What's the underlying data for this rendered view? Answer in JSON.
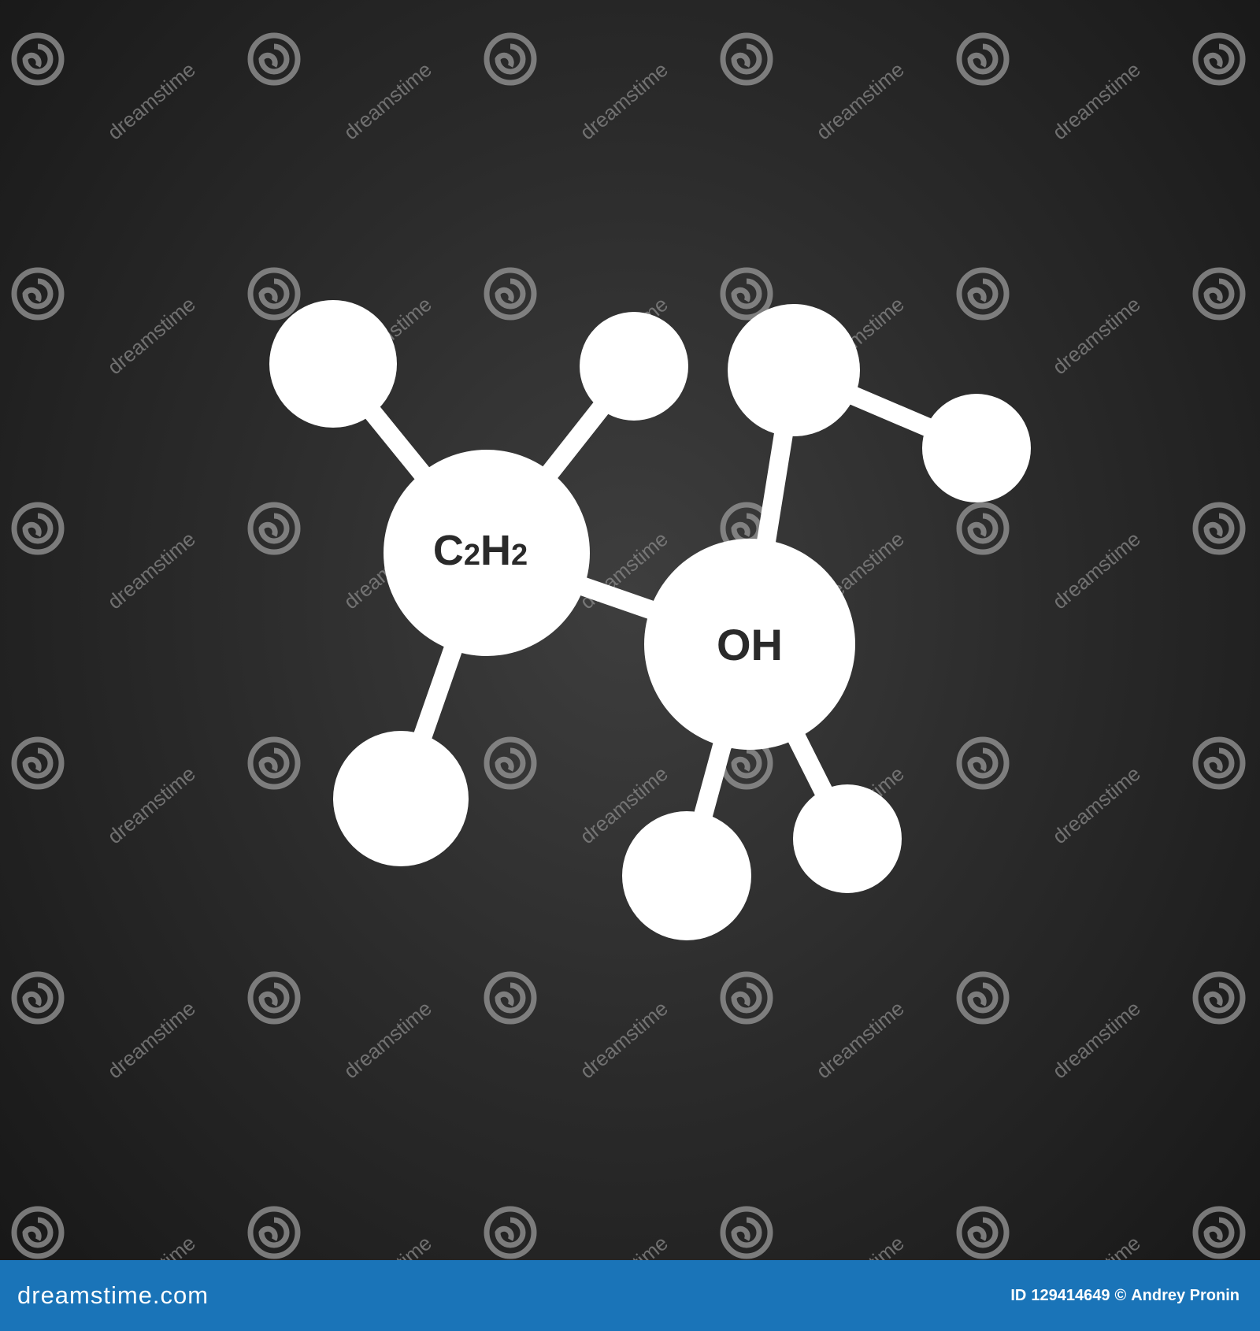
{
  "molecule": {
    "center_left_label_main": "C",
    "center_left_sub_1": "2",
    "center_left_label_mid": "H",
    "center_left_sub_2": "2",
    "center_right_label": "OH"
  },
  "watermark": {
    "text": "dreamstime"
  },
  "footer": {
    "logo_text": "dreamstime.com",
    "id_label": "ID",
    "id_value": "129414649",
    "copyright_symbol": "©",
    "author": "Andrey Pronin"
  },
  "colors": {
    "background_dark": "#1e1e1e",
    "atom_fill": "#ffffff",
    "footer_bar": "#1a74b8"
  }
}
